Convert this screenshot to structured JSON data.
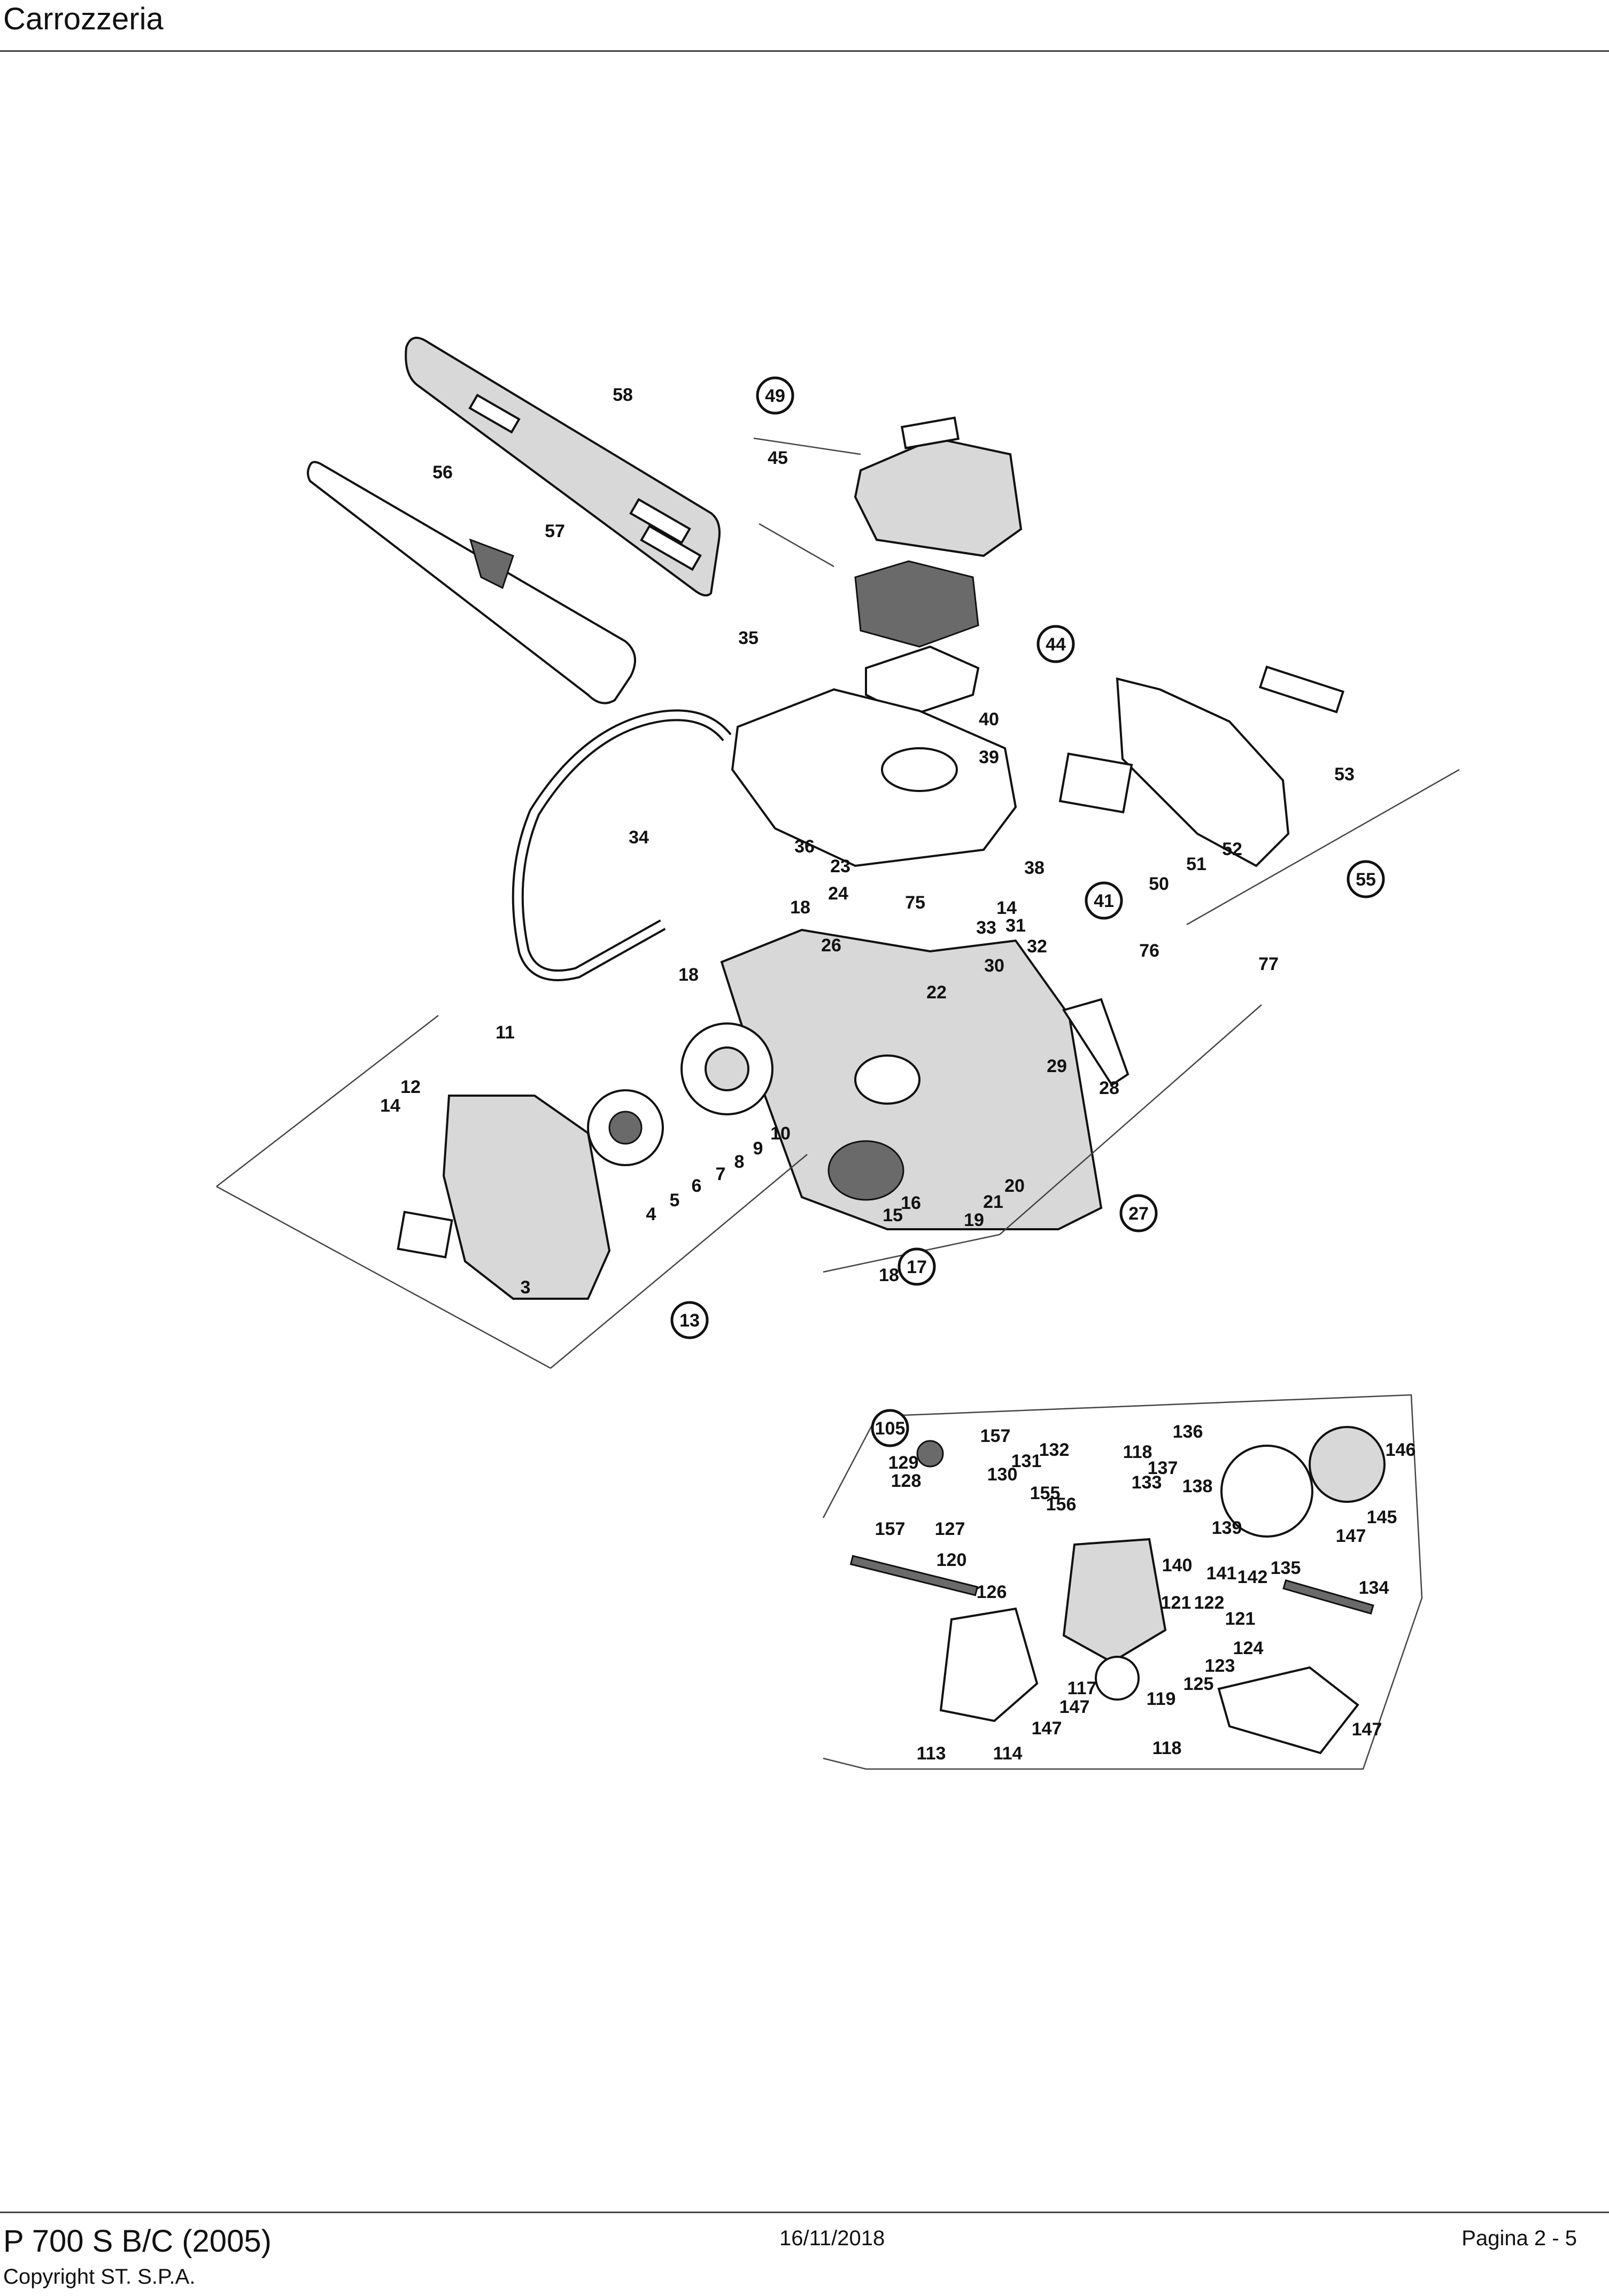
{
  "header": {
    "title": "Carrozzeria"
  },
  "footer": {
    "model": "P 700 S B/C (2005)",
    "copyright": "Copyright ST. S.P.A.",
    "date": "16/11/2018",
    "page": "Pagina 2 - 5"
  },
  "diagram": {
    "circled_callouts": [
      "49",
      "44",
      "55",
      "41",
      "27",
      "17",
      "13",
      "105"
    ],
    "labels": [
      "58",
      "56",
      "57",
      "45",
      "35",
      "40",
      "39",
      "53",
      "34",
      "36",
      "23",
      "38",
      "52",
      "51",
      "50",
      "24",
      "18",
      "75",
      "14",
      "33",
      "76",
      "77",
      "31",
      "32",
      "26",
      "30",
      "22",
      "18",
      "11",
      "12",
      "14",
      "29",
      "28",
      "10",
      "9",
      "8",
      "7",
      "6",
      "5",
      "4",
      "16",
      "15",
      "21",
      "20",
      "19",
      "18",
      "3",
      "157",
      "136",
      "132",
      "131",
      "118",
      "129",
      "130",
      "137",
      "128",
      "155",
      "156",
      "133",
      "138",
      "146",
      "145",
      "157",
      "127",
      "139",
      "147",
      "120",
      "140",
      "141",
      "142",
      "135",
      "134",
      "126",
      "121",
      "122",
      "121",
      "124",
      "123",
      "125",
      "117",
      "147",
      "119",
      "147",
      "147",
      "113",
      "114",
      "118"
    ]
  }
}
